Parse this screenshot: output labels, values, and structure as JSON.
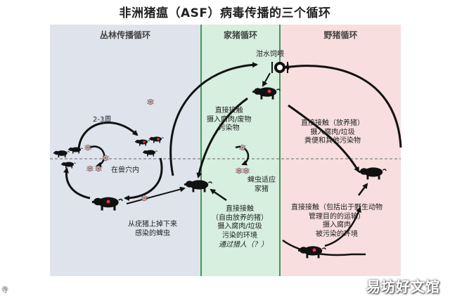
{
  "title": "非洲猪瘟（ASF）病毒传播的三个循环",
  "panels": {
    "jungle": "丛林传播循环",
    "domestic": "家猪循环",
    "wild": "野猪循环"
  },
  "labels": {
    "weeks": "2-3周",
    "burrow": "在兽穴内",
    "ticks_from_warthog": [
      "从疣猪上掉下来",
      "感染的蜱虫"
    ],
    "swill": "泔水饲喂",
    "domestic_contact": [
      "直接接触",
      "摄入腐肉/废物",
      "污染物"
    ],
    "tick_adapted": [
      "蜱虫适应",
      "家猪"
    ],
    "free_range_contact": [
      "直接接触",
      "（自由放养的猪）",
      "摄入腐肉/垃圾",
      "污染的环境"
    ],
    "via_human": "通过猎人（？）",
    "wild_contact_top": [
      "直接接触（放养猪）",
      "摄入腐肉/垃圾",
      "粪便和其他污染物"
    ],
    "wild_contact_bottom": [
      "直接接触（包括出于野生动物",
      "管理目的的运输）",
      "摄入腐肉",
      "被污染的环境"
    ]
  },
  "watermark": "易坊好文馆",
  "corner_mark": "寺"
}
